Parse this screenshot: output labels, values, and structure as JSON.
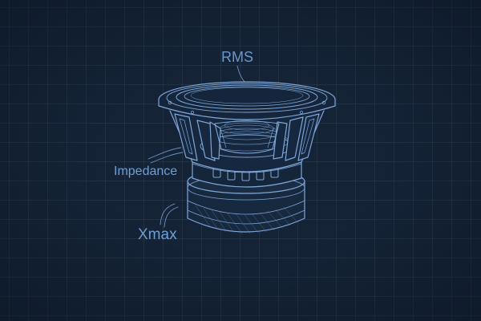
{
  "labels": {
    "rms": "RMS",
    "impedance": "Impedance",
    "xmax": "Xmax"
  },
  "colors": {
    "background": "#142336",
    "line": "#7fa6d6",
    "label": "#6f9fd4"
  },
  "icons": {
    "subject": "subwoofer-speaker-icon"
  }
}
